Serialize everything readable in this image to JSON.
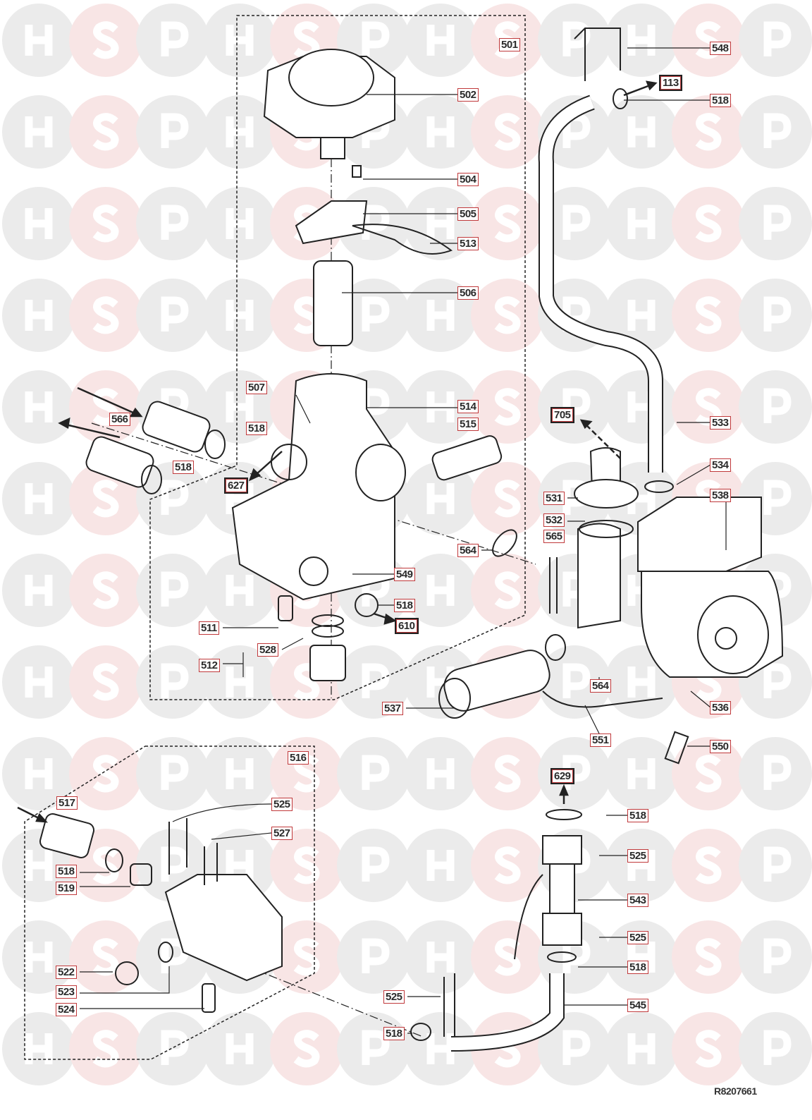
{
  "watermark": {
    "letters": [
      "H",
      "S",
      "P"
    ],
    "colors": {
      "grey": "#ebebeb",
      "pink": "#f8e5e5"
    }
  },
  "group_refs": {
    "main_assembly": "501",
    "inlet_assembly": "516"
  },
  "external_refs": [
    "113",
    "627",
    "705",
    "610",
    "629"
  ],
  "labels": [
    "548",
    "518",
    "502",
    "504",
    "505",
    "513",
    "506",
    "507",
    "514",
    "515",
    "566",
    "518",
    "518",
    "533",
    "534",
    "531",
    "538",
    "532",
    "565",
    "564",
    "549",
    "518",
    "511",
    "528",
    "512",
    "564",
    "536",
    "537",
    "551",
    "550",
    "517",
    "525",
    "518",
    "527",
    "525",
    "518",
    "519",
    "543",
    "525",
    "518",
    "522",
    "523",
    "545",
    "525",
    "524",
    "518"
  ],
  "drawing_code": "R8207661",
  "colors": {
    "label_border": "#c0393b",
    "line": "#222222"
  }
}
